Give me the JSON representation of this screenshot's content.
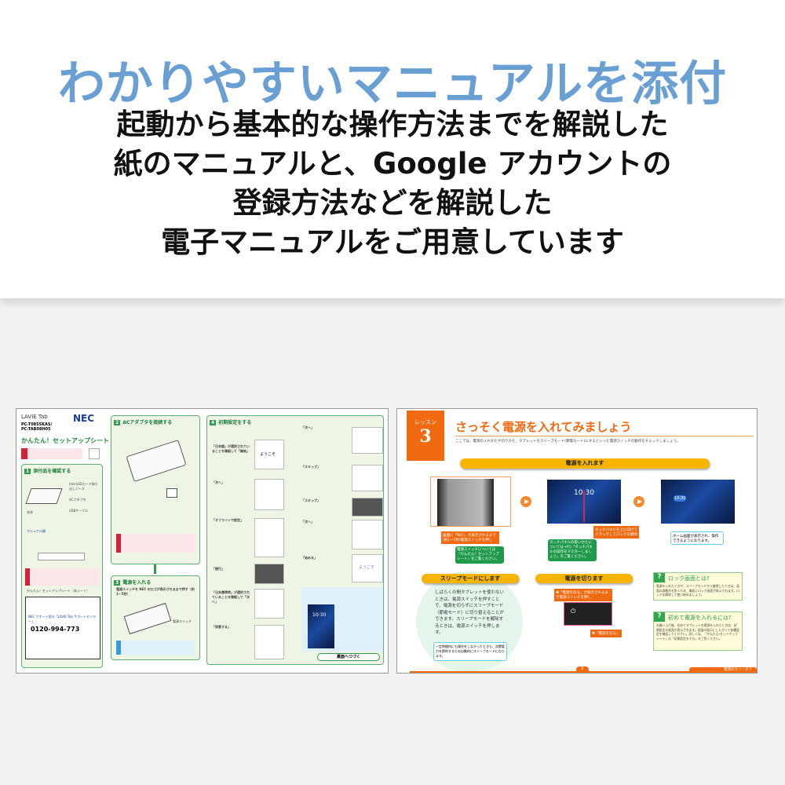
{
  "headline": "わかりやすいマニュアルを添付",
  "description_lines": [
    "起動から基本的な操作方法までを解説した",
    "紙のマニュアルと、Google アカウントの",
    "登録方法などを解説した",
    "電子マニュアルをご用意しています"
  ],
  "setup_sheet": {
    "brand": "LAVIE Tab",
    "maker": "NEC",
    "models": [
      "PC-T0855KAS/",
      "PC-TAB08H05"
    ],
    "title": "かんたん！セットアップシート",
    "sections": [
      {
        "num": "1",
        "title": "添付品を確認する",
        "items": [
          "本体",
          "microSDカード取り出しツール",
          "ACアダプタ",
          "USBケーブル",
          "マニュアル類",
          "かんたん！セットアップシート（本シート）"
        ],
        "support_title": "NEC サポート窓口「LAVIE Tab サポートセンター」",
        "phone": "0120-994-773"
      },
      {
        "num": "2",
        "title": "ACアダプタを接続する"
      },
      {
        "num": "3",
        "title": "電源を入れる",
        "step": "電源スイッチを NEC のロゴが表示されるまで押す（約1～5秒）",
        "label": "電源スイッチ"
      },
      {
        "num": "4",
        "title": "初期設定をする",
        "steps": [
          "「日本語」が選択されていることを確認して「開始」",
          "「次へ」",
          "「オフラインで設定」",
          "「続行」",
          "「日本標準時」が選択されていることを確認して「次へ」",
          "「同意する」",
          "「次へ」",
          "「スキップ」",
          "「スキップ」",
          "「次へ」",
          "「始める」"
        ],
        "welcome": "ようこそ",
        "clock": "10:30",
        "continue": "裏面へつづく"
      }
    ]
  },
  "lesson": {
    "badge_label": "レッスン",
    "badge_num": "3",
    "title": "さっそく電源を入れてみましょう",
    "intro": "ここでは、電源の入れかたや切りかた、タブレットをスリープモード(節電モード)にするといった電源スイッチの動作をチェックしましょう。",
    "power_on": {
      "heading": "電源を入れます",
      "note1": "画面に「NEC」が表示されるまで(約1～5秒)電源スイッチを押し",
      "tip1": "電源スイッチについては『かんたん！セットアップシート』をご覧ください。",
      "note2": "タッチパネルを上に向けてドラッグしてロックを解除",
      "tip2": "タッチパネルの扱いかたについては→P.5「タッチパネルの操作をマスターしましょう」をご覧ください。",
      "note3": "ホーム画面が表示され、操作できるようになります。",
      "clock": "10:30"
    },
    "sleep": {
      "heading": "スリープモードにします",
      "body": "しばらくの間タブレットを使わないときは、電源スイッチを押すことで、電源を切らずにスリープモード（節電モード）に切り替えることができます。スリープモードを解除するときは、電源スイッチを押します。",
      "note": "一定時間何にも操作をしなかったときも、消費電力を節約するため自動的にスリープモードになります。"
    },
    "power_off": {
      "heading": "電源を切ります",
      "step1": "❶「電源を切る」が表示されるまで電源スイッチを押し",
      "step2": "❷「電源を切る」"
    },
    "qa": [
      {
        "title": "ロック画面とは?",
        "body": "電源を入れたときや、スリープモードから復帰したときは、画面の誤動作を防ぐため、最初にロック画面が表示されます。ロックを解除して使い始めましょう。"
      },
      {
        "title": "初めて電源を入れるには?",
        "body": "お買い上げ後、初めてタブレットの電源を入れたときは、初期設定の画面が表示されます。画面の指示にしたがって各種設定を確認してください。詳しくは、『かんたん!セットアップシート』の「初期設定をする」をご覧ください。"
      }
    ],
    "page_num": "5",
    "footer": "電源のオン／オフ"
  },
  "colors": {
    "headline": "#6a9fd4",
    "orange": "#f26a10",
    "green": "#2e9a4a",
    "yellow": "#f7b500"
  }
}
